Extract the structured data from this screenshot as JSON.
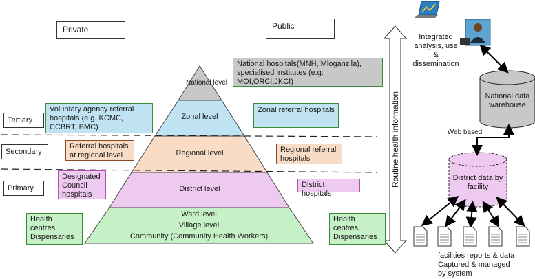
{
  "headers": {
    "private": "Private",
    "public": "Public"
  },
  "pyramid": {
    "national": "National level",
    "zonal": "Zonal level",
    "regional": "Regional level",
    "district": "District level",
    "base": [
      "Ward level",
      "Village level",
      "Community (Community Health Workers)"
    ]
  },
  "tiers": {
    "tertiary": "Tertiary",
    "secondary": "Secondary",
    "primary": "Primary"
  },
  "private_boxes": {
    "tertiary": "Voluntary agency referral hospitals (e.g.  KCMC, CCBRT, BMC)",
    "secondary": "Referral hospitals at regional level",
    "primary": "Designated Council hospitals",
    "base": "Health centres, Dispensaries"
  },
  "public_boxes": {
    "national": "National hospitals(MNH, Mloganzila), specialised institutes (e.g. MOI,ORCI,JKCI)",
    "tertiary": "Zonal referral hospitals",
    "secondary": "Regional referral hospitals",
    "primary": "District hospitals",
    "base": "Health centres, Dispensaries"
  },
  "routine_label": "Routine health information",
  "right": {
    "analysis": "Integrated analysis, use & dissemination",
    "warehouse": "National data warehouse",
    "web": "Web based",
    "district_db": "District data by facility",
    "facilities": "facilities reports & data Captured & managed by system"
  },
  "colors": {
    "national": "#c8c8c8",
    "zonal": "#bfe3f2",
    "regional": "#f9dcc6",
    "district": "#efcaf0",
    "base": "#c6f0c6",
    "district_db": "#efcaf0",
    "warehouse": "#c8c8c8"
  }
}
